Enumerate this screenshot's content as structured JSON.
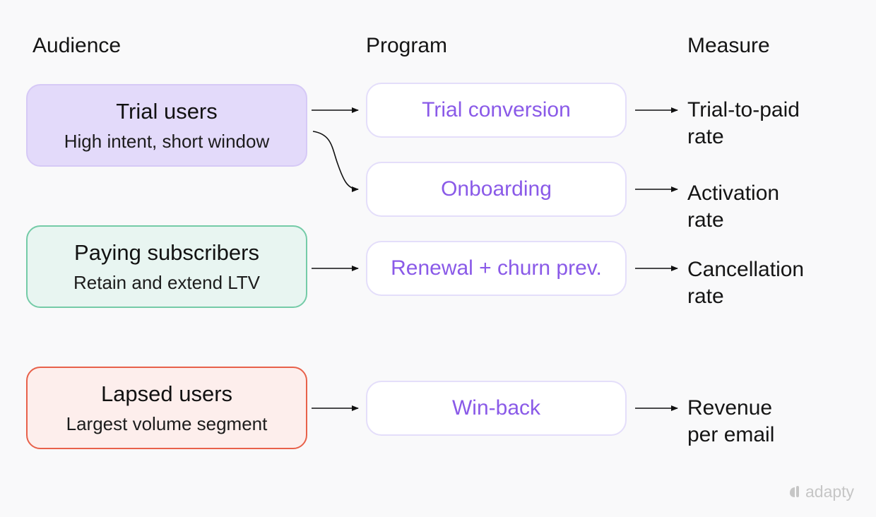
{
  "headers": {
    "audience": "Audience",
    "program": "Program",
    "measure": "Measure"
  },
  "audiences": [
    {
      "title": "Trial users",
      "subtitle": "High intent, short window",
      "color": "#e3dafa",
      "border": "#d6c9f6"
    },
    {
      "title": "Paying subscribers",
      "subtitle": "Retain and extend LTV",
      "color": "#e8f5f1",
      "border": "#74cba7"
    },
    {
      "title": "Lapsed users",
      "subtitle": "Largest volume segment",
      "color": "#fdeeec",
      "border": "#e8614a"
    }
  ],
  "programs": [
    {
      "label": "Trial conversion"
    },
    {
      "label": "Onboarding"
    },
    {
      "label": "Renewal + churn prev."
    },
    {
      "label": "Win-back"
    }
  ],
  "measures": [
    {
      "line1": "Trial-to-paid",
      "line2": "rate"
    },
    {
      "line1": "Activation",
      "line2": "rate"
    },
    {
      "line1": "Cancellation",
      "line2": "rate"
    },
    {
      "line1": "Revenue",
      "line2": "per email"
    }
  ],
  "links": [
    {
      "from": "Trial users",
      "to": "Trial conversion"
    },
    {
      "from": "Trial users",
      "to": "Onboarding"
    },
    {
      "from": "Paying subscribers",
      "to": "Renewal + churn prev."
    },
    {
      "from": "Lapsed users",
      "to": "Win-back"
    },
    {
      "from": "Trial conversion",
      "to": "Trial-to-paid rate"
    },
    {
      "from": "Onboarding",
      "to": "Activation rate"
    },
    {
      "from": "Renewal + churn prev.",
      "to": "Cancellation rate"
    },
    {
      "from": "Win-back",
      "to": "Revenue per email"
    }
  ],
  "brand": {
    "logo_text": "adapty",
    "logo_icon": "adapty-logo-icon"
  },
  "colors": {
    "program_text": "#8a5ae8",
    "background": "#f9f9fa"
  }
}
